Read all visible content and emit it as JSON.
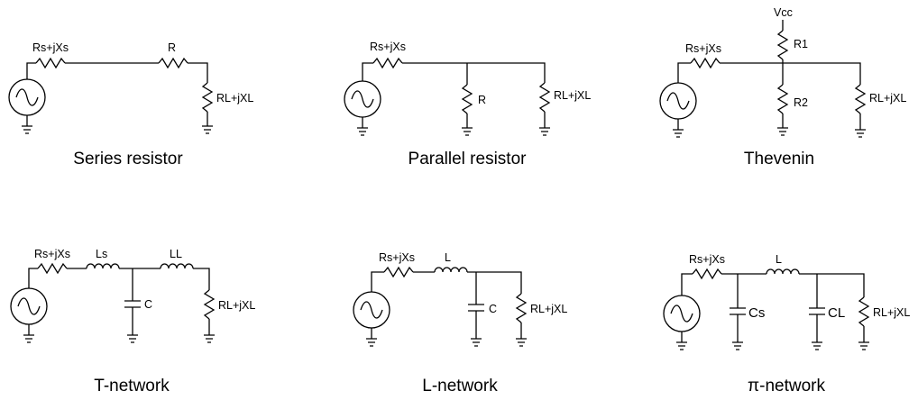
{
  "circuits": [
    {
      "caption": "Series resistor",
      "labels": {
        "source": "Rs+jXs",
        "series": "R",
        "load": "RL+jXL"
      }
    },
    {
      "caption": "Parallel resistor",
      "labels": {
        "source": "Rs+jXs",
        "shunt": "R",
        "load": "RL+jXL"
      }
    },
    {
      "caption": "Thevenin",
      "labels": {
        "source": "Rs+jXs",
        "supply": "Vcc",
        "r1": "R1",
        "r2": "R2",
        "load": "RL+jXL"
      }
    },
    {
      "caption": "T-network",
      "labels": {
        "source": "Rs+jXs",
        "ls": "Ls",
        "ll": "LL",
        "c": "C",
        "load": "RL+jXL"
      }
    },
    {
      "caption": "L-network",
      "labels": {
        "source": "Rs+jXs",
        "l": "L",
        "c": "C",
        "load": "RL+jXL"
      }
    },
    {
      "caption": "π-network",
      "labels": {
        "source": "Rs+jXs",
        "l": "L",
        "cs": "Cs",
        "cl": "CL",
        "load": "RL+jXL"
      }
    }
  ]
}
